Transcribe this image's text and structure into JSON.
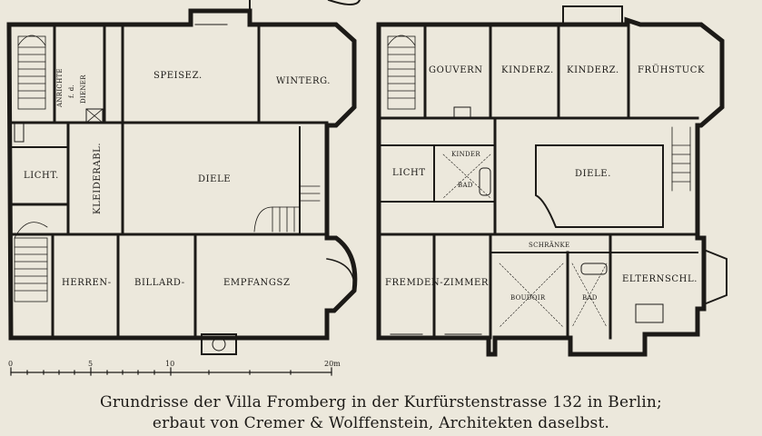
{
  "ground_floor": {
    "rooms": {
      "anrichte": "ANRICHTE",
      "fuer": "f. d.",
      "diener": "DIENER",
      "speisez": "SPEISEZ.",
      "winterg": "WINTERG.",
      "licht": "LICHT.",
      "kleiderabl": "KLEIDERABL.",
      "diele": "DIELE",
      "herren": "HERREN-",
      "billard": "BILLARD-",
      "empfangsz": "EMPFANGSZ"
    }
  },
  "upper_floor": {
    "rooms": {
      "gouvern": "GOUVERN",
      "kinderz1": "KINDERZ.",
      "kinderz2": "KINDERZ.",
      "fruehstuck": "FRÜHSTUCK",
      "licht": "LICHT",
      "kinder": "KINDER",
      "bad1": "BAD",
      "diele": "DIELE.",
      "schraenke": "SCHRÄNKE",
      "fremdenzimmer": "FREMDEN-ZIMMER.",
      "boudoir": "BOUDOIR",
      "bad2": "BAD",
      "elternschl": "ELTERNSCHL."
    }
  },
  "scale": {
    "ticks": [
      "0",
      "5",
      "10",
      "20m"
    ]
  },
  "caption": {
    "line1": "Grundrisse der Villa Fromberg in der Kurfürstenstrasse 132 in Berlin;",
    "line2": "erbaut von Cremer & Wolffenstein, Architekten daselbst."
  }
}
